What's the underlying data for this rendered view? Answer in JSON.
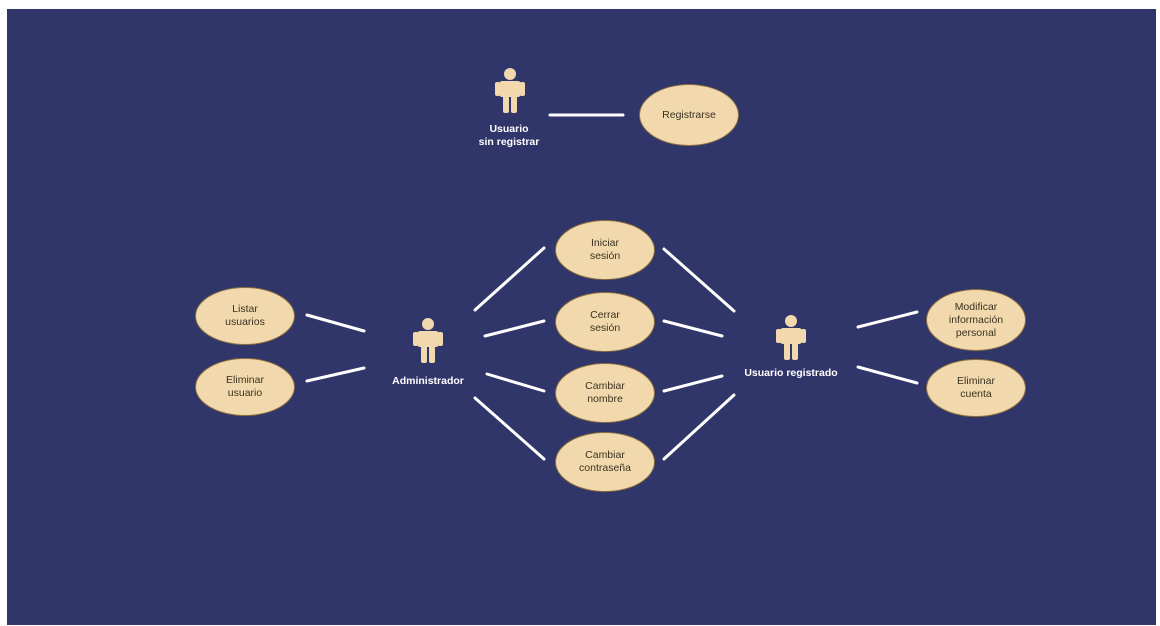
{
  "colors": {
    "background": "#31366a",
    "use_case_fill": "#f2d9ad",
    "use_case_border": "#8a6f3e",
    "actor_fill": "#f2d9ad",
    "connector": "#ffffff",
    "actor_label": "#ffffff"
  },
  "actors": {
    "unregistered": {
      "label": "Usuario\nsin registrar",
      "icon": "person-icon"
    },
    "admin": {
      "label": "Administrador",
      "icon": "person-icon"
    },
    "registered": {
      "label": "Usuario registrado",
      "icon": "person-icon"
    }
  },
  "use_cases": {
    "register": "Registrarse",
    "login": "Iniciar\nsesión",
    "logout": "Cerrar\nsesión",
    "change_name": "Cambiar\nnombre",
    "change_password": "Cambiar\ncontraseña",
    "list_users": "Listar\nusuarios",
    "delete_user": "Eliminar\nusuario",
    "modify_info": "Modificar\ninformación\npersonal",
    "delete_account": "Eliminar\ncuenta"
  }
}
